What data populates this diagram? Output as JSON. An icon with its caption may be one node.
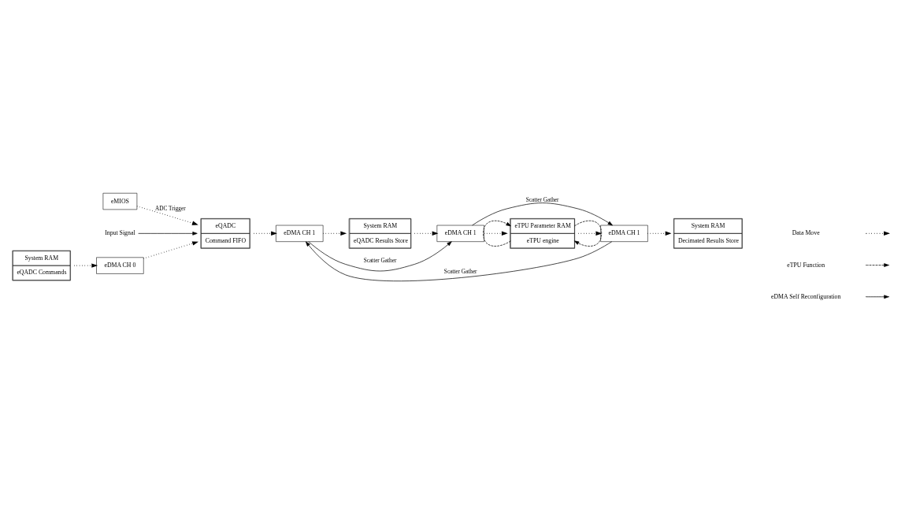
{
  "diagram": {
    "nodes": [
      {
        "text": [
          "eMIOS"
        ]
      },
      {
        "text": [
          "eQADC",
          "Command FIFO"
        ]
      },
      {
        "text": [
          "Input Signal"
        ]
      },
      {
        "text": [
          "eDMA CH 0"
        ]
      },
      {
        "text": [
          "System RAM",
          "eQADC Commands"
        ]
      },
      {
        "text": [
          "eDMA CH 1"
        ]
      },
      {
        "text": [
          "System RAM",
          "eQADC Results Store"
        ]
      },
      {
        "text": [
          "eDMA CH 1"
        ]
      },
      {
        "text": [
          "eDMA CH 1"
        ]
      },
      {
        "text": [
          "System RAM",
          "Decimated Results Store"
        ]
      },
      {
        "text": [
          "eTPU Parameter RAM",
          "eTPU engine"
        ]
      }
    ],
    "edges": [
      {
        "from": 0,
        "to": 1,
        "arrow": "to",
        "label": "ADC Trigger",
        "style": "dashed"
      },
      {
        "from": 2,
        "to": 1,
        "arrow": "to"
      },
      {
        "from": 4,
        "to": 3,
        "arrow": "to",
        "style": "dashed"
      },
      {
        "from": 3,
        "to": 1,
        "arrow": "to",
        "style": "dashed"
      },
      {
        "from": 1,
        "to": 5,
        "arrow": "to",
        "style": "dashed"
      },
      {
        "from": 5,
        "to": 6,
        "arrow": "to",
        "style": "dashed"
      },
      {
        "from": 6,
        "to": 7,
        "arrow": "to",
        "style": "dashed"
      },
      {
        "from": 5,
        "to": 7,
        "arrow": "to",
        "label": "Scatter Gather"
      },
      {
        "from": 7,
        "to": 8,
        "arrow": "to",
        "label": "Scatter Gather"
      },
      {
        "from": 8,
        "to": 5,
        "arrow": "to",
        "label": "Scatter Gather"
      },
      {
        "from": 7,
        "to": 10,
        "arrow": "to",
        "style": "dashed"
      },
      {
        "from": 10,
        "to": 8,
        "arrow": "to",
        "style": "dashed"
      },
      {
        "from": 8,
        "to": 9,
        "arrow": "to",
        "style": "dashed"
      },
      {
        "from": 10,
        "to": 10,
        "arrow": "to",
        "style": "dashed"
      },
      {
        "from": 10,
        "to": 10,
        "arrow": "to",
        "style": "dashed"
      }
    ],
    "legend": [
      {
        "text": "Data Move"
      },
      {
        "text": "eTPU Function"
      },
      {
        "text": "eDMA Self Reconfiguration"
      }
    ]
  }
}
